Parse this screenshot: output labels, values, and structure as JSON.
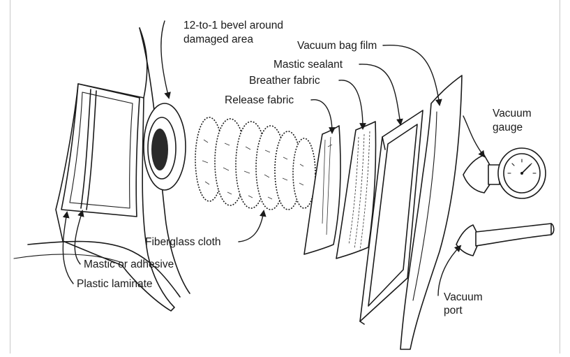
{
  "labels": {
    "bevel_line1": "12-to-1 bevel around",
    "bevel_line2": "damaged area",
    "vacuum_bag_film": "Vacuum bag film",
    "mastic_sealant": "Mastic sealant",
    "breather_fabric": "Breather fabric",
    "release_fabric": "Release fabric",
    "vacuum_gauge_line1": "Vacuum",
    "vacuum_gauge_line2": "gauge",
    "fiberglass_cloth": "Fiberglass cloth",
    "mastic_or_adhesive": "Mastic or adhesive",
    "plastic_laminate": "Plastic laminate",
    "vacuum_port_line1": "Vacuum",
    "vacuum_port_line2": "port"
  }
}
